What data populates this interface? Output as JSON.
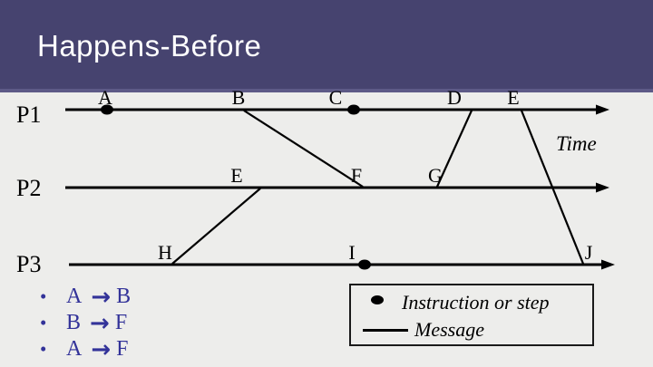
{
  "slide_title": "Happens-Before",
  "diagram": {
    "time_label": "Time",
    "process_labels": [
      "P1",
      "P2",
      "P3"
    ],
    "events": {
      "p1": [
        "A",
        "B",
        "C",
        "D",
        "E"
      ],
      "p2": [
        "E",
        "F",
        "G"
      ],
      "p3": [
        "H",
        "I",
        "J"
      ]
    }
  },
  "relations": {
    "bullet_glyph": "•",
    "arrow_glyph": "→",
    "items": [
      {
        "from": "A",
        "to": "B"
      },
      {
        "from": "B",
        "to": "F"
      },
      {
        "from": "A",
        "to": "F"
      }
    ]
  },
  "legend": {
    "instruction_label": "Instruction or step",
    "message_label": "Message"
  },
  "colors": {
    "header_bg": "#46436f",
    "header_strip": "#5d5a87",
    "slide_bg": "#ededeb",
    "relation_text": "#333399",
    "ink": "#000000",
    "title_text": "#ffffff"
  }
}
